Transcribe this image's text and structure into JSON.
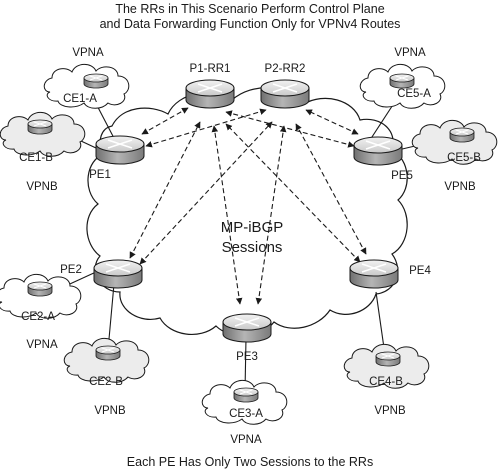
{
  "header": {
    "line1": "The RRs in This Scenario Perform Control Plane",
    "line2": "and Data Forwarding Function Only for VPNv4 Routes"
  },
  "footer": {
    "caption": "Each PE Has Only Two Sessions to the RRs"
  },
  "center_label": {
    "line1": "MP-iBGP",
    "line2": "Sessions"
  },
  "route_reflectors": [
    {
      "id": "P1-RR1",
      "label": "P1-RR1"
    },
    {
      "id": "P2-RR2",
      "label": "P2-RR2"
    }
  ],
  "pe_routers": [
    {
      "id": "PE1",
      "label": "PE1"
    },
    {
      "id": "PE2",
      "label": "PE2"
    },
    {
      "id": "PE3",
      "label": "PE3"
    },
    {
      "id": "PE4",
      "label": "PE4"
    },
    {
      "id": "PE5",
      "label": "PE5"
    }
  ],
  "ce_sites": [
    {
      "id": "CE1-A",
      "label": "CE1-A",
      "vpn": "VPNA"
    },
    {
      "id": "CE1-B",
      "label": "CE1-B",
      "vpn": "VPNB"
    },
    {
      "id": "CE2-A",
      "label": "CE2-A",
      "vpn": "VPNA"
    },
    {
      "id": "CE2-B",
      "label": "CE2-B",
      "vpn": "VPNB"
    },
    {
      "id": "CE3-A",
      "label": "CE3-A",
      "vpn": "VPNA"
    },
    {
      "id": "CE4-B",
      "label": "CE4-B",
      "vpn": "VPNB"
    },
    {
      "id": "CE5-A",
      "label": "CE5-A",
      "vpn": "VPNA"
    },
    {
      "id": "CE5-B",
      "label": "CE5-B",
      "vpn": "VPNB"
    }
  ],
  "colors": {
    "router_top": "#e3e3e3",
    "router_side": "#8c8c8c",
    "cloud_fill": "#ffffff",
    "ce_cloud_fill": "#ececec",
    "stroke": "#1a1a1a"
  }
}
